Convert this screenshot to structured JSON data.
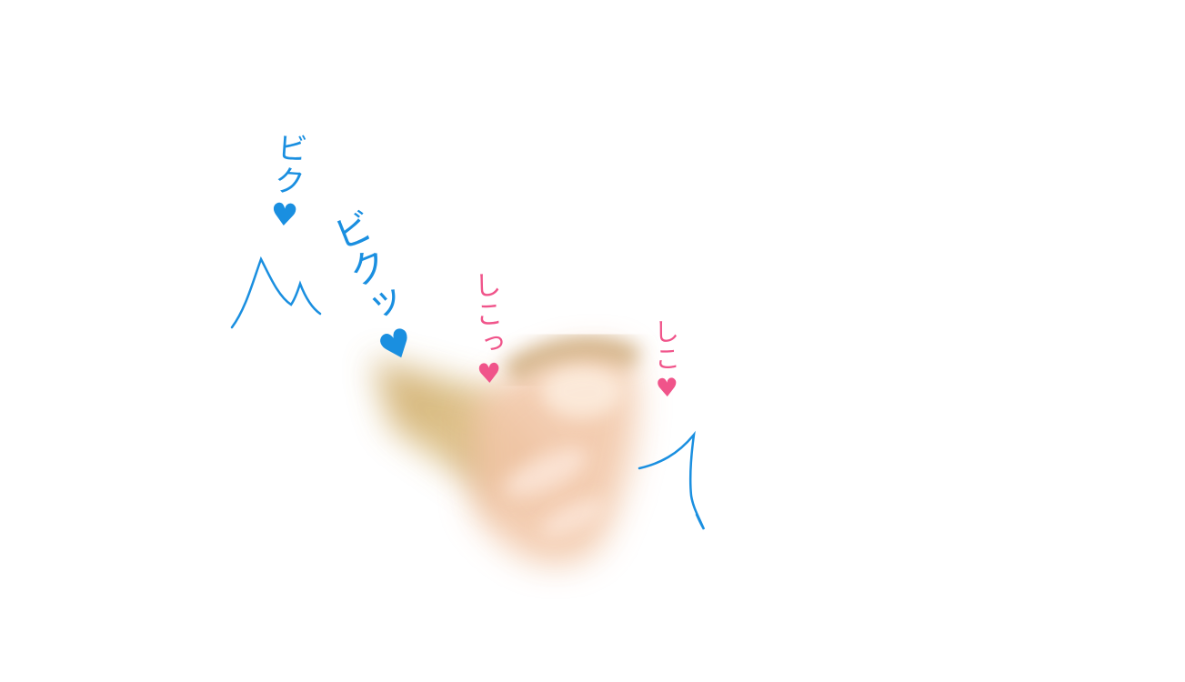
{
  "canvas": {
    "background": "#ffffff"
  },
  "sound_effects": [
    {
      "text": "ビク♥",
      "color": "#1a8fe0"
    },
    {
      "text": "ビクッ♥",
      "color": "#1a8fe0"
    },
    {
      "text": "しこっ♥",
      "color": "#f0548a"
    },
    {
      "text": "しこ♥",
      "color": "#f0548a"
    }
  ],
  "colors": {
    "effect_blue": "#1a8fe0",
    "effect_pink": "#f0548a",
    "skin_tone": "#f2c7a8",
    "gold_tone": "#c9a25a"
  }
}
